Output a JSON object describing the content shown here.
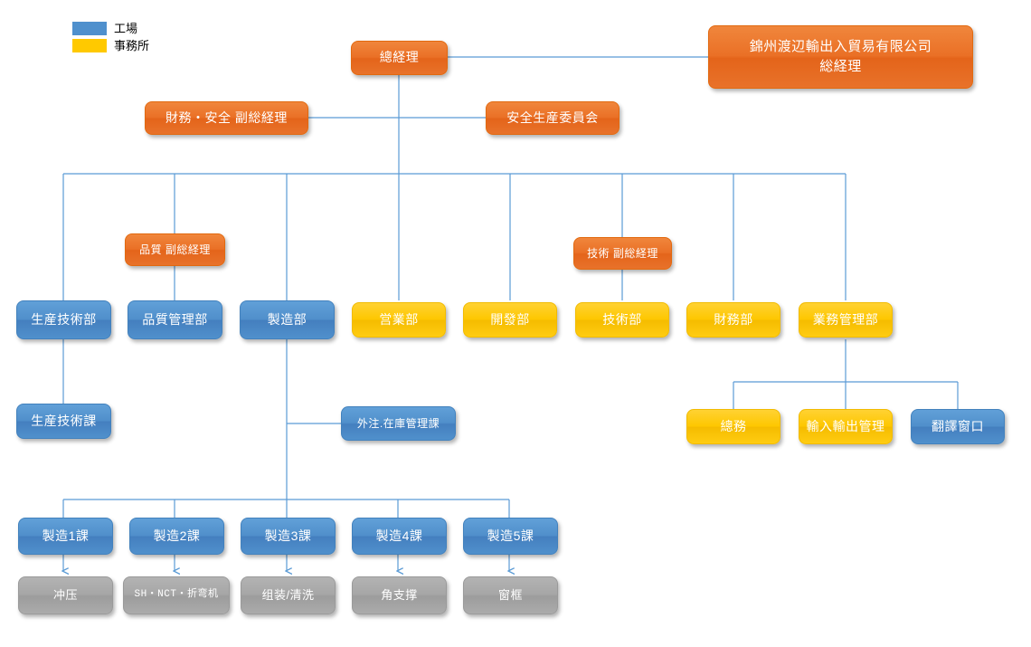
{
  "legend": {
    "items": [
      {
        "label": "工場",
        "color": "#4f90cd",
        "key": "factory"
      },
      {
        "label": "事務所",
        "color": "#ffc900",
        "key": "office"
      }
    ]
  },
  "colors": {
    "executive": "#e8722a",
    "factory": "#4f90cd",
    "office": "#ffc900",
    "process": "#a6a6a6",
    "connector": "#5b9bd5"
  },
  "nodes": {
    "general_manager": "總経理",
    "trading_company": "錦州渡辺輸出入貿易有限公司\n総経理",
    "finance_safety_deputy": "財務・安全 副総経理",
    "safety_production_committee": "安全生産委員会",
    "quality_deputy": "品質 副総経理",
    "technology_deputy": "技術 副総経理",
    "production_tech_dept": "生産技術部",
    "quality_control_dept": "品質管理部",
    "manufacturing_dept": "製造部",
    "sales_dept": "営業部",
    "development_dept": "開發部",
    "technology_dept": "技術部",
    "finance_dept": "財務部",
    "business_admin_dept": "業務管理部",
    "production_tech_section": "生産技術課",
    "outsourcing_inventory_section": "外注.在庫管理課",
    "general_affairs": "總務",
    "import_export_admin": "輸入輸出管理",
    "translation_window": "翻譯窗口",
    "mfg_section_1": "製造1課",
    "mfg_section_2": "製造2課",
    "mfg_section_3": "製造3課",
    "mfg_section_4": "製造4課",
    "mfg_section_5": "製造5課",
    "process_1": "冲压",
    "process_2": "SH・NCT・折弯机",
    "process_3": "组装/清洗",
    "process_4": "角支撑",
    "process_5": "窗框"
  }
}
